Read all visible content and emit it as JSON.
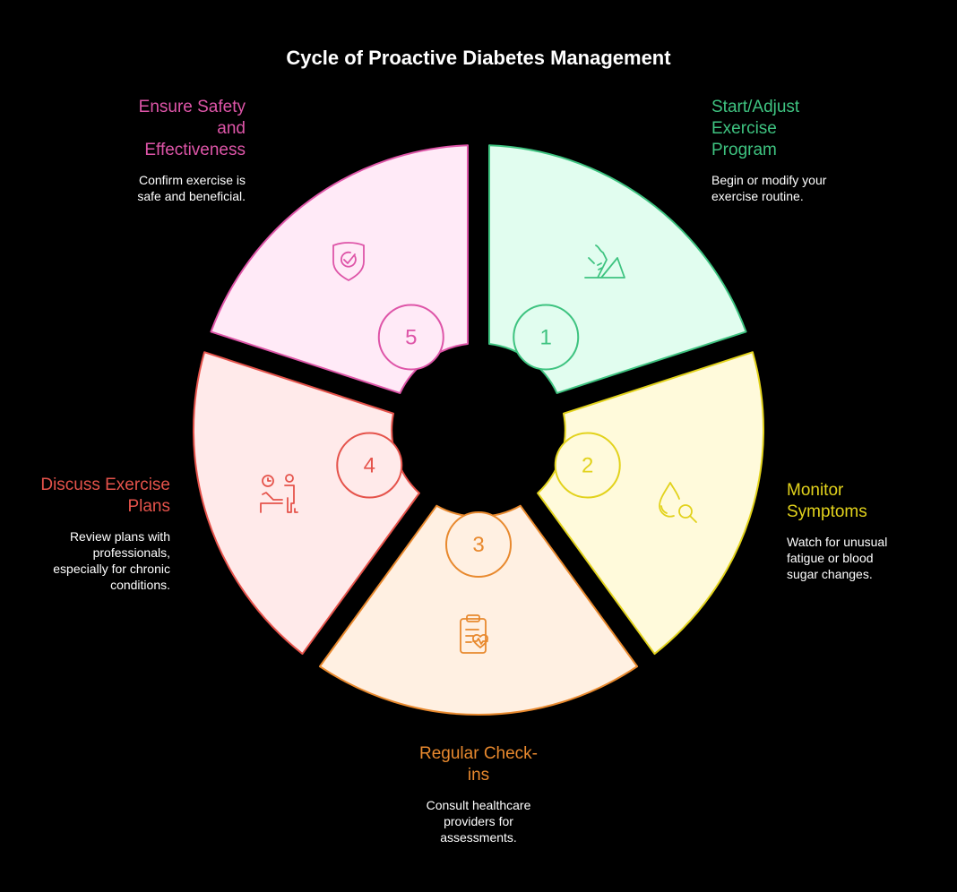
{
  "title": "Cycle of Proactive Diabetes Management",
  "steps": [
    {
      "number": "1",
      "title": "Start/Adjust Exercise Program",
      "description": "Begin or modify your exercise routine.",
      "icon": "running-shoe-icon",
      "stroke": "#3ec380",
      "fill": "#e1fdef"
    },
    {
      "number": "2",
      "title": "Monitor Symptoms",
      "description": "Watch for unusual fatigue or blood sugar changes.",
      "icon": "drop-search-icon",
      "stroke": "#e2d21c",
      "fill": "#fffadb"
    },
    {
      "number": "3",
      "title": "Regular Check-ins",
      "description": "Consult healthcare providers for assessments.",
      "icon": "clipboard-heart-icon",
      "stroke": "#e8892e",
      "fill": "#fff0e2"
    },
    {
      "number": "4",
      "title": "Discuss Exercise Plans",
      "description": "Review plans with professionals, especially for chronic conditions.",
      "icon": "consultation-icon",
      "stroke": "#e5534b",
      "fill": "#ffeaea"
    },
    {
      "number": "5",
      "title": "Ensure Safety and Effectiveness",
      "description": "Confirm exercise is safe and beneficial.",
      "icon": "shield-check-icon",
      "stroke": "#de55a8",
      "fill": "#ffeaf7"
    }
  ]
}
